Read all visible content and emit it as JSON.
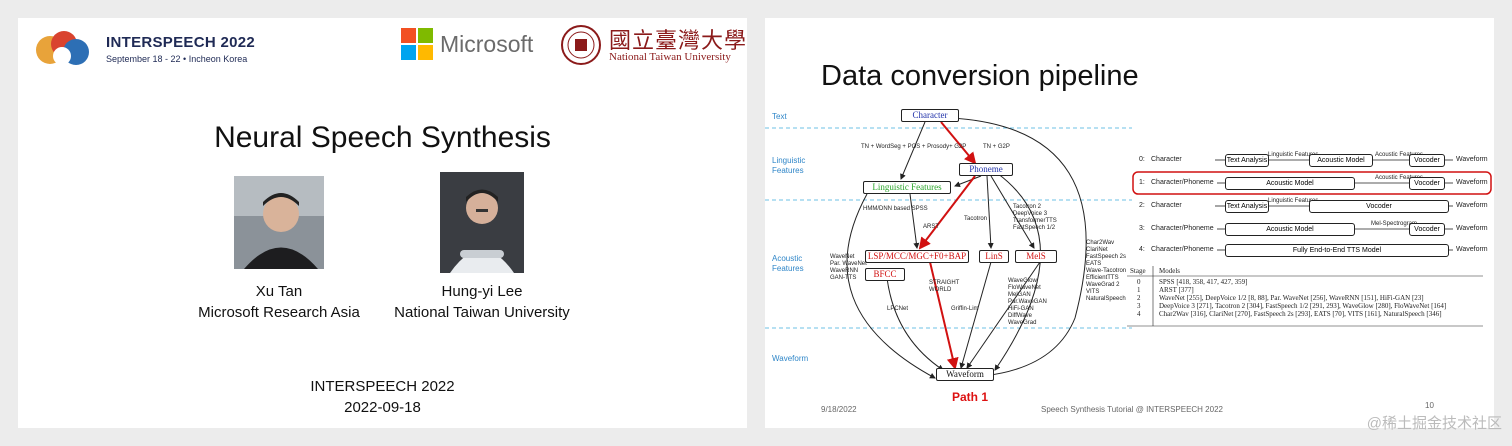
{
  "left": {
    "conference_name": "INTERSPEECH 2022",
    "conference_dates": "September 18 - 22 • Incheon Korea",
    "microsoft": "Microsoft",
    "ntu_chinese": "國立臺灣大學",
    "ntu_english": "National Taiwan University",
    "title": "Neural Speech Synthesis",
    "people": [
      {
        "name": "Xu Tan",
        "affiliation": "Microsoft Research Asia"
      },
      {
        "name": "Hung-yi Lee",
        "affiliation": "National Taiwan University"
      }
    ],
    "footer_conf": "INTERSPEECH 2022",
    "footer_date": "2022-09-18"
  },
  "right": {
    "title": "Data conversion pipeline",
    "levels": {
      "text": "Text",
      "linguistic": "Linguistic Features",
      "acoustic": "Acoustic Features",
      "waveform": "Waveform"
    },
    "nodes": {
      "character": "Character",
      "phoneme": "Phoneme",
      "linguistic": "Linguistic Features",
      "lsp": "LSP/MCC/MGC+F0+BAP",
      "bfcc": "BFCC",
      "lins": "LinS",
      "mels": "MelS",
      "waveform": "Waveform"
    },
    "edges": {
      "tn_g2p": "TN + WordSeg + POS + Prosody+ G2P",
      "tn_g2p2": "TN + G2P",
      "hmm": "HMM/DNN based SPSS",
      "arst": "ARST",
      "tacotron": "Tacotron",
      "taco_list": [
        "Tacotron 2",
        "DeepVoice 3",
        "TransformerTTS",
        "FastSpeech 1/2"
      ],
      "vocoders_left": [
        "WaveNet",
        "Par. WaveNet",
        "WaveRNN",
        "GAN-TTS"
      ],
      "straight": [
        "STRAIGHT",
        "WORLD"
      ],
      "lpcnet": "LPCNet",
      "griffin": "Griffin-Lim",
      "neural_vocoders": [
        "WaveGlow",
        "FloWaveNet",
        "MelGAN",
        "Par.WaveGAN",
        "HiFi-GAN",
        "DiffWave",
        "WaveGrad"
      ],
      "e2e": [
        "Char2Wav",
        "ClariNet",
        "FastSpeech 2s",
        "EATS",
        "Wave-Tacotron",
        "EfficientTTS",
        "WaveGrad 2",
        "VITS",
        "NaturalSpeech"
      ]
    },
    "path_label": "Path 1",
    "footer_date": "9/18/2022",
    "footer_center": "Speech Synthesis Tutorial @ INTERSPEECH 2022",
    "page_num": "10",
    "stages": [
      {
        "num": "0:",
        "input": "Character",
        "boxes": [
          "Text Analysis",
          "Acoustic Model",
          "Vocoder"
        ],
        "mids": [
          "Linguistic Features",
          "Acoustic Features"
        ],
        "out": "Waveform"
      },
      {
        "num": "1:",
        "input": "Character/Phoneme",
        "boxes": [
          "Acoustic Model",
          "Vocoder"
        ],
        "mids": [
          "Acoustic Features"
        ],
        "out": "Waveform"
      },
      {
        "num": "2:",
        "input": "Character",
        "boxes": [
          "Text Analysis",
          "Vocoder"
        ],
        "mids": [
          "Linguistic Features"
        ],
        "out": "Waveform"
      },
      {
        "num": "3:",
        "input": "Character/Phoneme",
        "boxes": [
          "Acoustic Model",
          "Vocoder"
        ],
        "mids": [
          "Mel-Spectrogram"
        ],
        "out": "Waveform"
      },
      {
        "num": "4:",
        "input": "Character/Phoneme",
        "boxes": [
          "Fully End-to-End TTS Model"
        ],
        "mids": [],
        "out": "Waveform"
      }
    ],
    "table": {
      "headers": [
        "Stage",
        "Models"
      ],
      "rows": [
        [
          "0",
          "SPSS [418, 358, 417, 427, 359]"
        ],
        [
          "1",
          "ARST [377]"
        ],
        [
          "2",
          "WaveNet [255], DeepVoice 1/2 [8, 88], Par. WaveNet [256], WaveRNN [151], HiFi-GAN [23]"
        ],
        [
          "3",
          "DeepVoice 3 [271], Tacotron 2 [304], FastSpeech 1/2 [291, 293], WaveGlow [280], FloWaveNet [164]"
        ],
        [
          "4",
          "Char2Wav [316], ClariNet [270], FastSpeech 2s [293], EATS [70], VITS [161], NaturalSpeech [346]"
        ]
      ]
    }
  },
  "watermark": "@稀土掘金技术社区",
  "colors": {
    "ntu_red": "#8b1a1a",
    "path_red": "#d11111",
    "level_blue": "#2f86c8"
  }
}
